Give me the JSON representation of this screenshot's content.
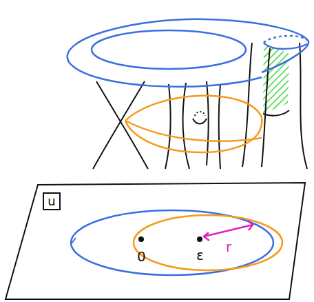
{
  "diagram": {
    "nodes": [
      {
        "text": [
          "u"
        ]
      }
    ],
    "labels": [
      "0",
      "ε",
      "r"
    ]
  }
}
